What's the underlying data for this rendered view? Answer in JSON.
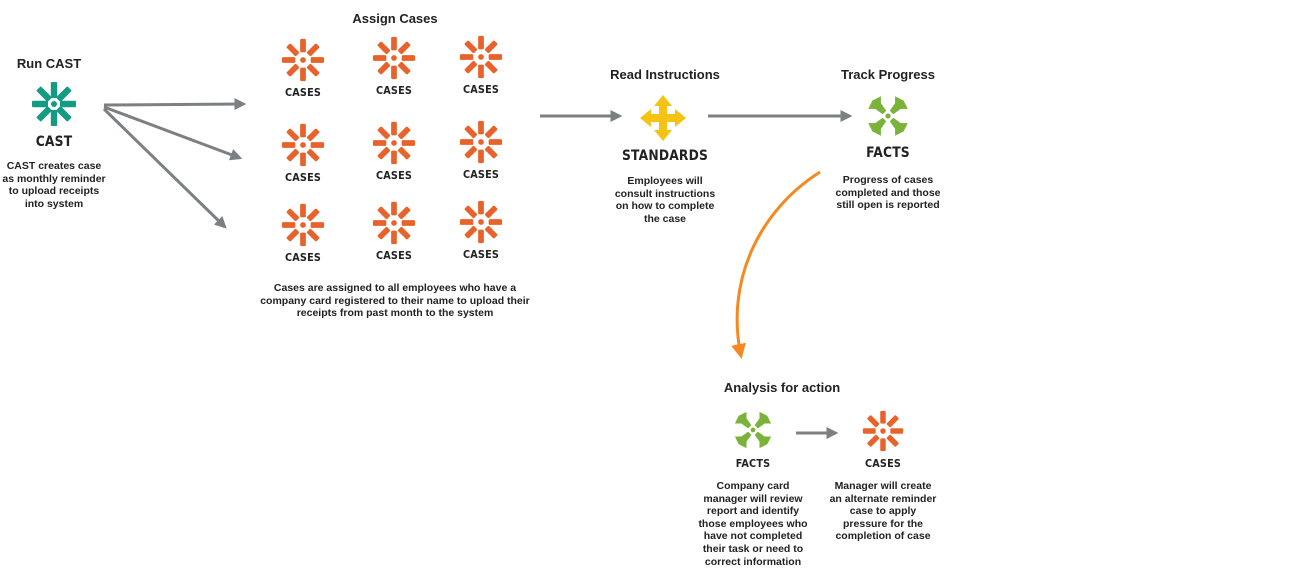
{
  "steps": {
    "run_cast": {
      "title": "Run CAST",
      "icon_label": "CAST",
      "description": "CAST creates case as monthly reminder to upload receipts into system",
      "icon": "cast-asterisk-icon",
      "color": "#159b85"
    },
    "assign_cases": {
      "title": "Assign Cases",
      "case_label": "CASES",
      "case_count": 9,
      "description": "Cases are assigned to all employees who have a company card registered to their name to upload their receipts from past month to the system",
      "icon": "cases-asterisk-icon",
      "color": "#e8632b"
    },
    "read_instructions": {
      "title": "Read Instructions",
      "icon_label": "STANDARDS",
      "description": "Employees will consult instructions on how to complete the case",
      "icon": "standards-arrows-icon",
      "color": "#f6c315"
    },
    "track_progress": {
      "title": "Track Progress",
      "icon_label": "FACTS",
      "description": "Progress of cases completed and those still open is reported",
      "icon": "facts-burst-icon",
      "color": "#7bb33a"
    },
    "analysis": {
      "title": "Analysis for action",
      "facts_label": "FACTS",
      "facts_description": "Company card manager will review report and identify those employees who have not completed their task or need to correct information",
      "cases_label": "CASES",
      "cases_description": "Manager will create an alternate reminder case to apply pressure for the completion of case"
    }
  },
  "colors": {
    "arrow_gray": "#7d8082",
    "arrow_orange": "#f5891f",
    "cases_orange": "#e8632b",
    "cast_teal": "#159b85",
    "standards_yellow": "#f6c315",
    "facts_green": "#7bb33a"
  }
}
